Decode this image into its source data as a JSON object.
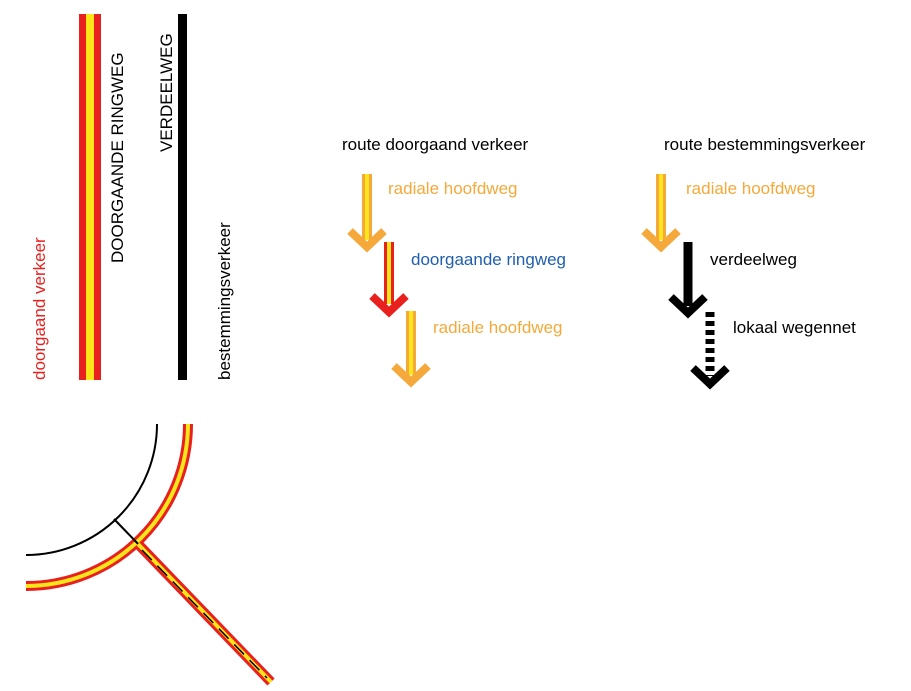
{
  "colors": {
    "red": "#e8211f",
    "yellow": "#ffe51a",
    "orange": "#f4a93a",
    "blue": "#1f5fae",
    "black": "#000000"
  },
  "legend": {
    "through_traffic_label": "doorgaand verkeer",
    "through_ring_label": "DOORGAANDE RINGWEG",
    "distributor_label": "VERDEELWEG",
    "destination_traffic_label": "bestemmingsverkeer"
  },
  "route_through": {
    "title": "route doorgaand verkeer",
    "step1": "radiale hoofdweg",
    "step2": "doorgaande ringweg",
    "step3": "radiale hoofdweg"
  },
  "route_destination": {
    "title": "route bestemmingsverkeer",
    "step1": "radiale hoofdweg",
    "step2": "verdeelweg",
    "step3": "lokaal wegennet"
  }
}
